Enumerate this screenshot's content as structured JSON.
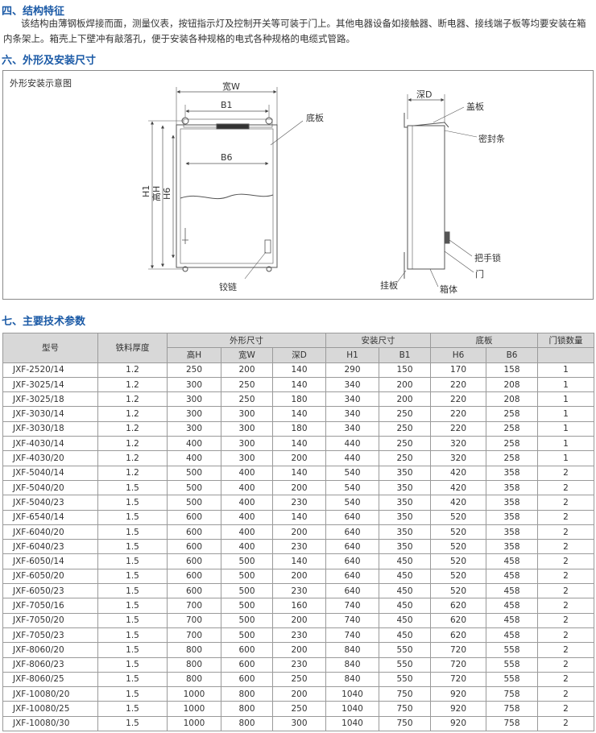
{
  "section4": {
    "heading": "四、结构特征",
    "text": "该结构由薄钢板焊接而面，测量仪表，按钮指示灯及控制开关等可装于门上。其他电器设备如接触器、断电器、接线端子板等均要安装在箱内条架上。箱壳上下壁冲有敲落孔，便于安装各种规格的电式各种规格的电缆式管路。"
  },
  "section6": {
    "heading": "六、外形及安装尺寸",
    "diagram_title": "外形安装示意图",
    "labels": {
      "width": "宽W",
      "b1": "B1",
      "b6": "B6",
      "h1": "H1",
      "height": "高H",
      "h6": "H6",
      "baseplate": "底板",
      "hinge": "铰链",
      "depth": "深D",
      "cover": "盖板",
      "seal": "密封条",
      "handle_lock": "把手锁",
      "door": "门",
      "hanger": "挂板",
      "box": "箱体"
    }
  },
  "section7": {
    "heading": "七、主要技术参数",
    "headers": {
      "model": "型号",
      "thickness": "铁料厚度",
      "outer": "外形尺寸",
      "install": "安装尺寸",
      "plate": "底板",
      "locks": "门锁数量",
      "H": "高H",
      "W": "宽W",
      "D": "深D",
      "H1": "H1",
      "B1": "B1",
      "H6": "H6",
      "B6": "B6"
    },
    "rows": [
      [
        "JXF-2520/14",
        "1.2",
        "250",
        "200",
        "140",
        "290",
        "150",
        "170",
        "158",
        "1"
      ],
      [
        "JXF-3025/14",
        "1.2",
        "300",
        "250",
        "140",
        "340",
        "200",
        "220",
        "208",
        "1"
      ],
      [
        "JXF-3025/18",
        "1.2",
        "300",
        "250",
        "180",
        "340",
        "200",
        "220",
        "208",
        "1"
      ],
      [
        "JXF-3030/14",
        "1.2",
        "300",
        "300",
        "140",
        "340",
        "250",
        "220",
        "258",
        "1"
      ],
      [
        "JXF-3030/18",
        "1.2",
        "300",
        "300",
        "180",
        "340",
        "250",
        "220",
        "258",
        "1"
      ],
      [
        "JXF-4030/14",
        "1.2",
        "400",
        "300",
        "140",
        "440",
        "250",
        "320",
        "258",
        "1"
      ],
      [
        "JXF-4030/20",
        "1.2",
        "400",
        "300",
        "200",
        "440",
        "250",
        "320",
        "258",
        "1"
      ],
      [
        "JXF-5040/14",
        "1.2",
        "500",
        "400",
        "140",
        "540",
        "350",
        "420",
        "358",
        "2"
      ],
      [
        "JXF-5040/20",
        "1.5",
        "500",
        "400",
        "200",
        "540",
        "350",
        "420",
        "358",
        "2"
      ],
      [
        "JXF-5040/23",
        "1.5",
        "500",
        "400",
        "230",
        "540",
        "350",
        "420",
        "358",
        "2"
      ],
      [
        "JXF-6540/14",
        "1.5",
        "600",
        "400",
        "140",
        "640",
        "350",
        "520",
        "358",
        "2"
      ],
      [
        "JXF-6040/20",
        "1.5",
        "600",
        "400",
        "200",
        "640",
        "350",
        "520",
        "358",
        "2"
      ],
      [
        "JXF-6040/23",
        "1.5",
        "600",
        "400",
        "230",
        "640",
        "350",
        "520",
        "358",
        "2"
      ],
      [
        "JXF-6050/14",
        "1.5",
        "600",
        "500",
        "140",
        "640",
        "450",
        "520",
        "458",
        "2"
      ],
      [
        "JXF-6050/20",
        "1.5",
        "600",
        "500",
        "200",
        "640",
        "450",
        "520",
        "458",
        "2"
      ],
      [
        "JXF-6050/23",
        "1.5",
        "600",
        "500",
        "230",
        "640",
        "450",
        "520",
        "458",
        "2"
      ],
      [
        "JXF-7050/16",
        "1.5",
        "700",
        "500",
        "160",
        "740",
        "450",
        "620",
        "458",
        "2"
      ],
      [
        "JXF-7050/20",
        "1.5",
        "700",
        "500",
        "200",
        "740",
        "450",
        "620",
        "458",
        "2"
      ],
      [
        "JXF-7050/23",
        "1.5",
        "700",
        "500",
        "230",
        "740",
        "450",
        "620",
        "458",
        "2"
      ],
      [
        "JXF-8060/20",
        "1.5",
        "800",
        "600",
        "200",
        "840",
        "550",
        "720",
        "558",
        "2"
      ],
      [
        "JXF-8060/23",
        "1.5",
        "800",
        "600",
        "230",
        "840",
        "550",
        "720",
        "558",
        "2"
      ],
      [
        "JXF-8060/25",
        "1.5",
        "800",
        "600",
        "250",
        "840",
        "550",
        "720",
        "558",
        "2"
      ],
      [
        "JXF-10080/20",
        "1.5",
        "1000",
        "800",
        "200",
        "1040",
        "750",
        "920",
        "758",
        "2"
      ],
      [
        "JXF-10080/25",
        "1.5",
        "1000",
        "800",
        "250",
        "1040",
        "750",
        "920",
        "758",
        "2"
      ],
      [
        "JXF-10080/30",
        "1.5",
        "1000",
        "800",
        "300",
        "1040",
        "750",
        "920",
        "758",
        "2"
      ]
    ]
  },
  "colors": {
    "heading": "#1b5aa6",
    "header_bg": "#d8d8d8",
    "border": "#9a9a9a"
  }
}
